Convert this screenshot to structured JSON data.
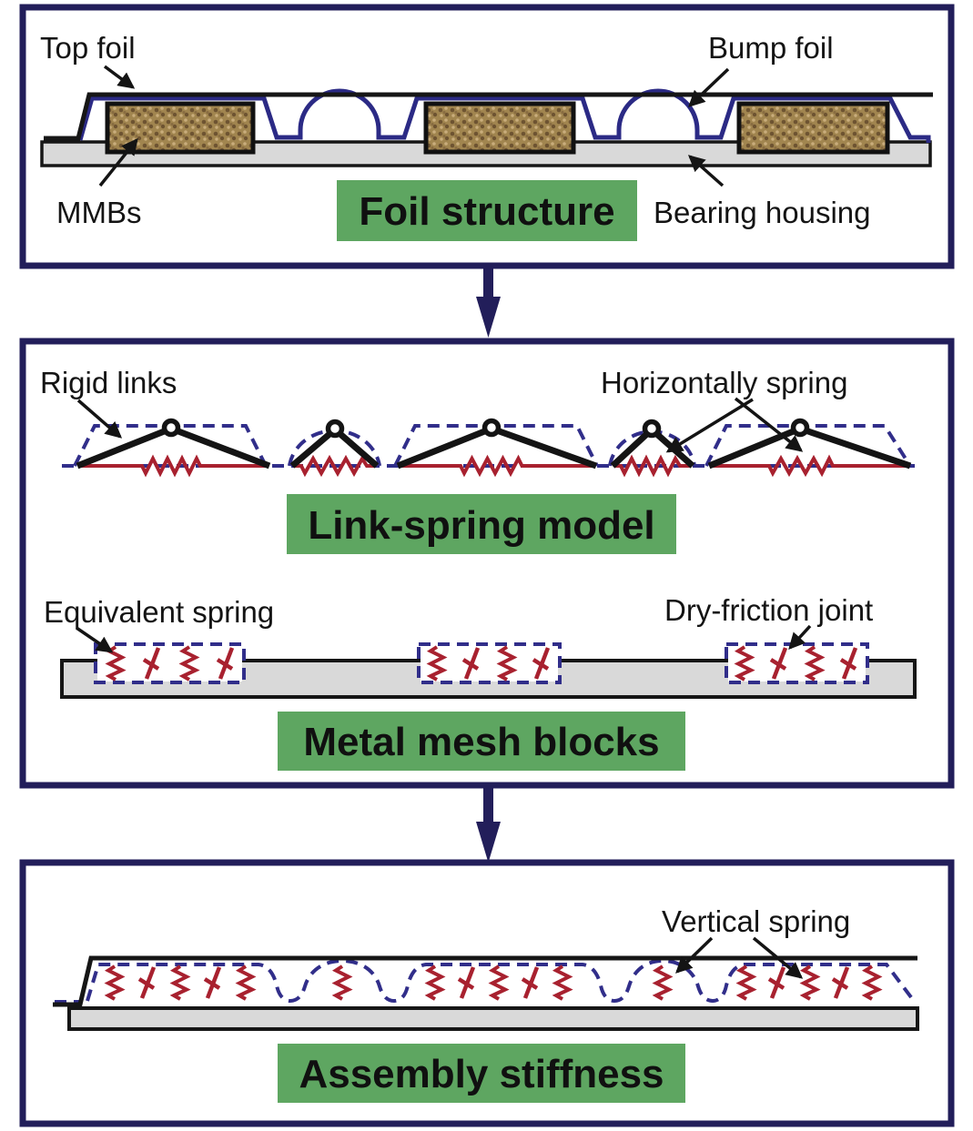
{
  "figure": {
    "panel1": {
      "banner": "Foil structure",
      "labels": {
        "top_foil": "Top foil",
        "bump_foil": "Bump foil",
        "mmbs": "MMBs",
        "bearing_housing": "Bearing housing"
      }
    },
    "panel2": {
      "banner_link": "Link-spring model",
      "banner_mesh": "Metal mesh blocks",
      "labels": {
        "rigid_links": "Rigid links",
        "horizontally_spring": "Horizontally spring",
        "equivalent_spring": "Equivalent spring",
        "dry_friction_joint": "Dry-friction joint"
      }
    },
    "panel3": {
      "banner": "Assembly stiffness",
      "labels": {
        "vertical_spring": "Vertical spring"
      }
    },
    "colors": {
      "panel_border_navy": "#221e5a",
      "dashed_blue": "#312e8a",
      "foil_blue": "#2b2a85",
      "spring_red": "#a8212f",
      "banner_green": "#5ea661",
      "housing_gray": "#d9d9d9",
      "mesh_block_brown": "#a1854f",
      "line_black": "#161616"
    }
  }
}
